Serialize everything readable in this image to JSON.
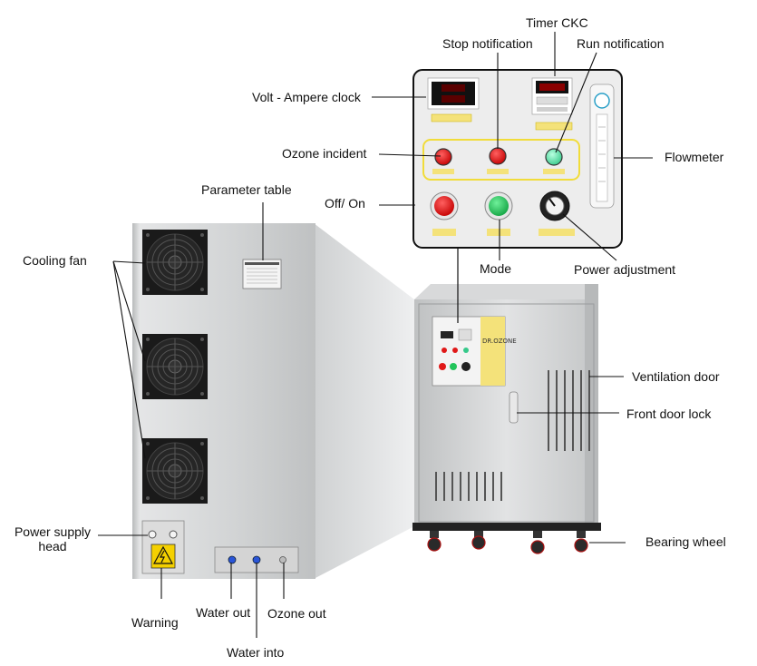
{
  "labels": {
    "timer": "Timer CKC",
    "stop_notification": "Stop notification",
    "run_notification": "Run notification",
    "volt_ampere": "Volt - Ampere clock",
    "ozone_incident": "Ozone incident",
    "flowmeter": "Flowmeter",
    "off_on": "Off/ On",
    "mode": "Mode",
    "power_adjustment": "Power adjustment",
    "parameter_table": "Parameter table",
    "cooling_fan": "Cooling fan",
    "ventilation_door": "Ventilation door",
    "front_door_lock": "Front door lock",
    "bearing_wheel": "Bearing wheel",
    "power_supply_head_1": "Power supply",
    "power_supply_head_2": "head",
    "warning": "Warning",
    "water_out": "Water out",
    "ozone_out": "Ozone out",
    "water_into": "Water into"
  },
  "brand": "DR.OZONE",
  "colors": {
    "steel": "#c9cbcc",
    "red": "#e01818",
    "green": "#22c45a",
    "warning_yellow": "#f4d000",
    "panel_outline": "#f1dc3a"
  }
}
